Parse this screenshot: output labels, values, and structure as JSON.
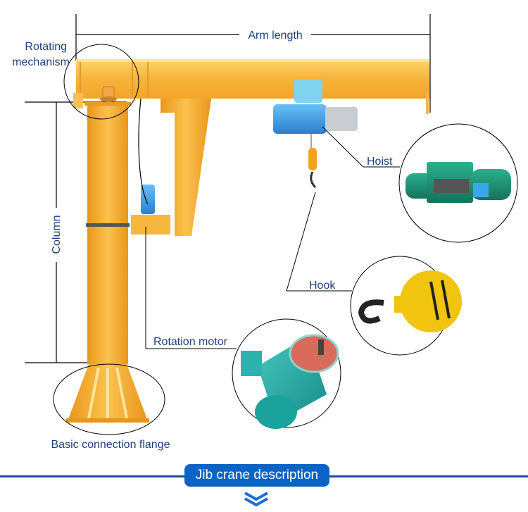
{
  "diagram": {
    "title": "Jib crane description",
    "labels": {
      "arm_length": "Arm length",
      "rotating_mechanism_line1": "Rotating",
      "rotating_mechanism_line2": "mechanism",
      "column": "Column",
      "hoist": "Hoist",
      "hook": "Hook",
      "rotation_motor": "Rotation motor",
      "basic_connection_flange": "Basic connection flange"
    },
    "icons": {
      "scroll_down": "double-chevron-down-icon"
    },
    "colors": {
      "crane_yellow": "#f6b73c",
      "label_blue": "#1f3f7a",
      "banner_blue": "#0b63c4",
      "hoist_blue": "#3d9be0",
      "hoist_green": "#1f9a7a",
      "motor_teal": "#22a5a0",
      "hook_yellow": "#f1c40f"
    }
  }
}
